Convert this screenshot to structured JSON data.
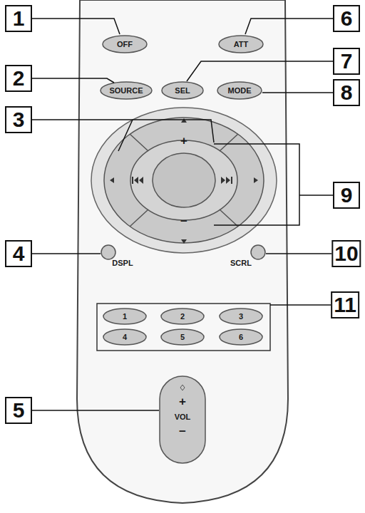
{
  "diagram": {
    "labels": [
      "1",
      "OFF",
      "ATT",
      "6",
      "2",
      "SOURCE",
      "SEL",
      "MODE",
      "7",
      "8",
      "3",
      "+",
      "9",
      "−",
      "4",
      "DSPL",
      "SCRL",
      "10",
      "1",
      "2",
      "3",
      "4",
      "5",
      "6",
      "11",
      "5",
      "+",
      "VOL",
      "−"
    ]
  }
}
